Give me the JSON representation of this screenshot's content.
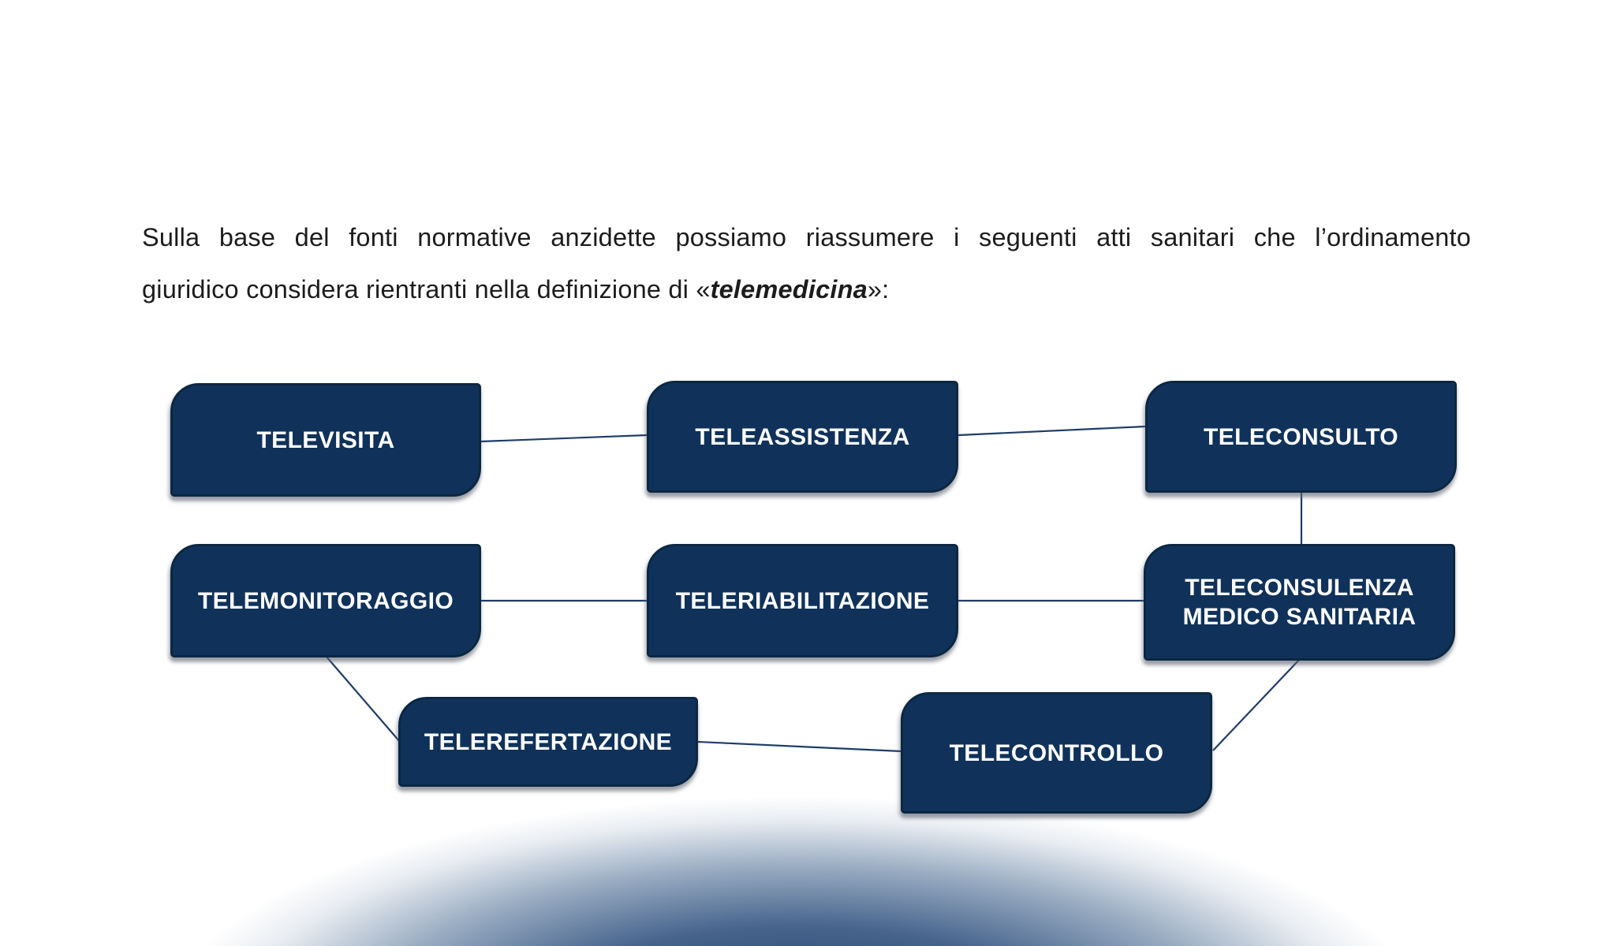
{
  "page": {
    "background_color": "#FFFFFF",
    "intro": {
      "line1": "Sulla base del fonti normative anzidette possiamo riassumere i seguenti atti sanitari che l’ordinamento",
      "line2_prefix": "giuridico considera rientranti nella definizione di «",
      "line2_emphasis": "telemedicina",
      "line2_suffix": "»:"
    },
    "diagram": {
      "node_fill": "#10325A",
      "node_border": "#0B2742",
      "connector_color": "#1F3C68",
      "gradient_core_color": "#173A63",
      "nodes": [
        {
          "label": "TELEVISITA"
        },
        {
          "label": "TELEASSISTENZA"
        },
        {
          "label": "TELECONSULTO"
        },
        {
          "label": "TELEMONITORAGGIO"
        },
        {
          "label": "TELERIABILITAZIONE"
        },
        {
          "label": "TELECONSULENZA MEDICO SANITARIA"
        },
        {
          "label": "TELEREFERTAZIONE"
        },
        {
          "label": "TELECONTROLLO"
        }
      ],
      "connections": [
        "TELEVISITA - TELEASSISTENZA",
        "TELEASSISTENZA - TELECONSULTO",
        "TELECONSULTO - TELECONSULENZA MEDICO SANITARIA",
        "TELEMONITORAGGIO - TELERIABILITAZIONE",
        "TELERIABILITAZIONE - TELECONSULENZA MEDICO SANITARIA",
        "TELEMONITORAGGIO - TELEREFERTAZIONE",
        "TELEREFERTAZIONE - TELECONTROLLO",
        "TELECONSULENZA MEDICO SANITARIA - TELECONTROLLO"
      ]
    }
  }
}
